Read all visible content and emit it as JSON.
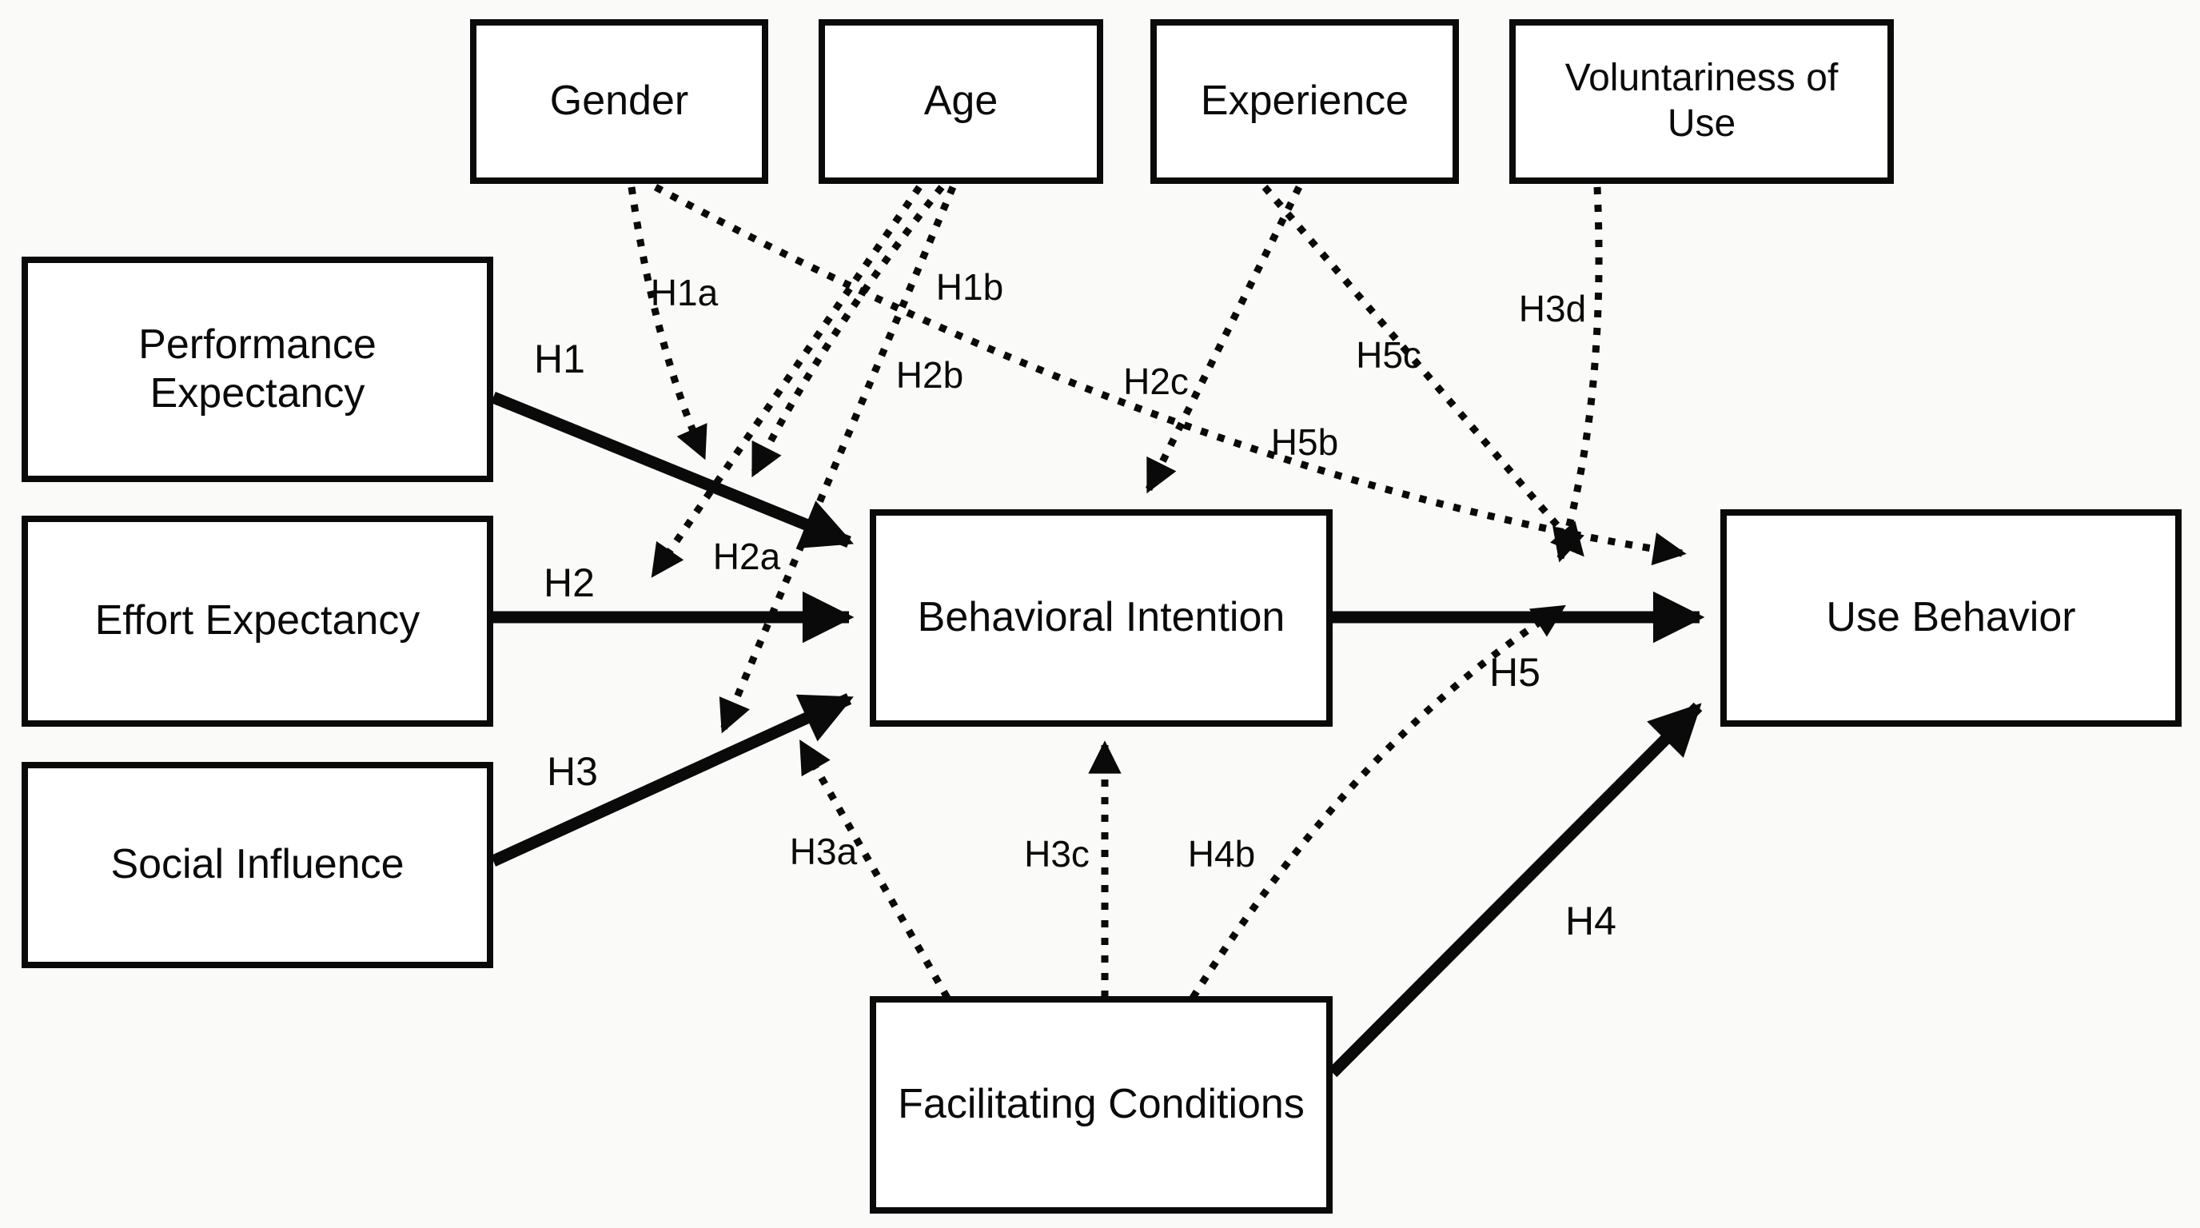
{
  "colors": {
    "ink": "#0a0a0a",
    "box_fill": "#ffffff",
    "background": "#fafaf8"
  },
  "nodes": {
    "gender": {
      "label": "Gender"
    },
    "age": {
      "label": "Age"
    },
    "experience": {
      "label": "Experience"
    },
    "voluntariness": {
      "label": "Voluntariness of Use"
    },
    "performance": {
      "label": "Performance Expectancy"
    },
    "effort": {
      "label": "Effort Expectancy"
    },
    "social": {
      "label": "Social Influence"
    },
    "intention": {
      "label": "Behavioral Intention"
    },
    "use": {
      "label": "Use Behavior"
    },
    "facilitating": {
      "label": "Facilitating Conditions"
    }
  },
  "edges": {
    "h1": {
      "label": "H1",
      "style": "solid",
      "from": "Performance Expectancy",
      "to": "Behavioral Intention"
    },
    "h2": {
      "label": "H2",
      "style": "solid",
      "from": "Effort Expectancy",
      "to": "Behavioral Intention"
    },
    "h3": {
      "label": "H3",
      "style": "solid",
      "from": "Social Influence",
      "to": "Behavioral Intention"
    },
    "h4": {
      "label": "H4",
      "style": "solid",
      "from": "Facilitating Conditions",
      "to": "Use Behavior"
    },
    "h5": {
      "label": "H5",
      "style": "solid",
      "from": "Behavioral Intention",
      "to": "Use Behavior"
    },
    "h1a": {
      "label": "H1a",
      "style": "dotted",
      "from": "Gender",
      "to": "H1 path"
    },
    "h1b": {
      "label": "H1b",
      "style": "dotted",
      "from": "Age",
      "to": "H1 path"
    },
    "h2a": {
      "label": "H2a",
      "style": "dotted",
      "from": "Age",
      "to": "H2 path"
    },
    "h2b": {
      "label": "H2b",
      "style": "dotted",
      "from": "Age",
      "to": "H3 path"
    },
    "h2c": {
      "label": "H2c",
      "style": "dotted",
      "from": "Experience",
      "to": "Behavioral Intention"
    },
    "h3a": {
      "label": "H3a",
      "style": "dotted",
      "from": "Facilitating Conditions",
      "to": "H3 path"
    },
    "h3c": {
      "label": "H3c",
      "style": "dotted",
      "from": "Facilitating Conditions",
      "to": "Behavioral Intention"
    },
    "h3d": {
      "label": "H3d",
      "style": "dotted",
      "from": "Voluntariness of Use",
      "to": "H5 path"
    },
    "h4b": {
      "label": "H4b",
      "style": "dotted",
      "from": "Facilitating Conditions",
      "to": "H5 path"
    },
    "h5b": {
      "label": "H5b",
      "style": "dotted",
      "from": "Gender",
      "to": "Use Behavior"
    },
    "h5c": {
      "label": "H5c",
      "style": "dotted",
      "from": "Experience",
      "to": "H5 path"
    }
  }
}
